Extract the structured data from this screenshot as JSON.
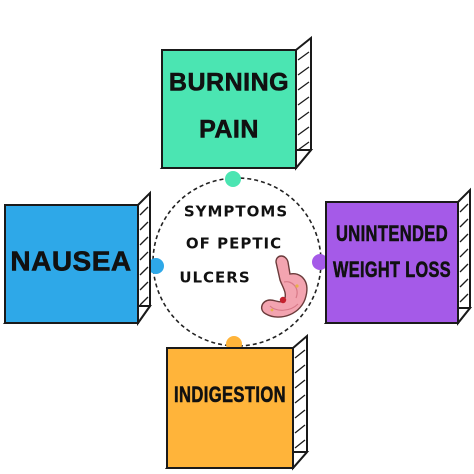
{
  "center": {
    "lines": [
      "SYMPTOMS",
      "OF PEPTIC",
      "ULCERS"
    ],
    "icon": "stomach-ulcer-icon"
  },
  "nodes": [
    {
      "id": "top",
      "lines": [
        "BURNING",
        "PAIN"
      ],
      "color": "#4be5b2",
      "connector_color": "#4be5b2"
    },
    {
      "id": "left",
      "lines": [
        "NAUSEA"
      ],
      "color": "#2ea8e8",
      "connector_color": "#2ea8e8"
    },
    {
      "id": "right",
      "lines": [
        "UNINTENDED",
        "WEIGHT LOSS"
      ],
      "color": "#a55ae8",
      "connector_color": "#a55ae8"
    },
    {
      "id": "bottom",
      "lines": [
        "INDIGESTION"
      ],
      "color": "#ffb43a",
      "connector_color": "#ffb43a"
    }
  ],
  "colors": {
    "outline": "#1a1a1a",
    "circle_stroke": "#222222",
    "background": "#ffffff"
  }
}
